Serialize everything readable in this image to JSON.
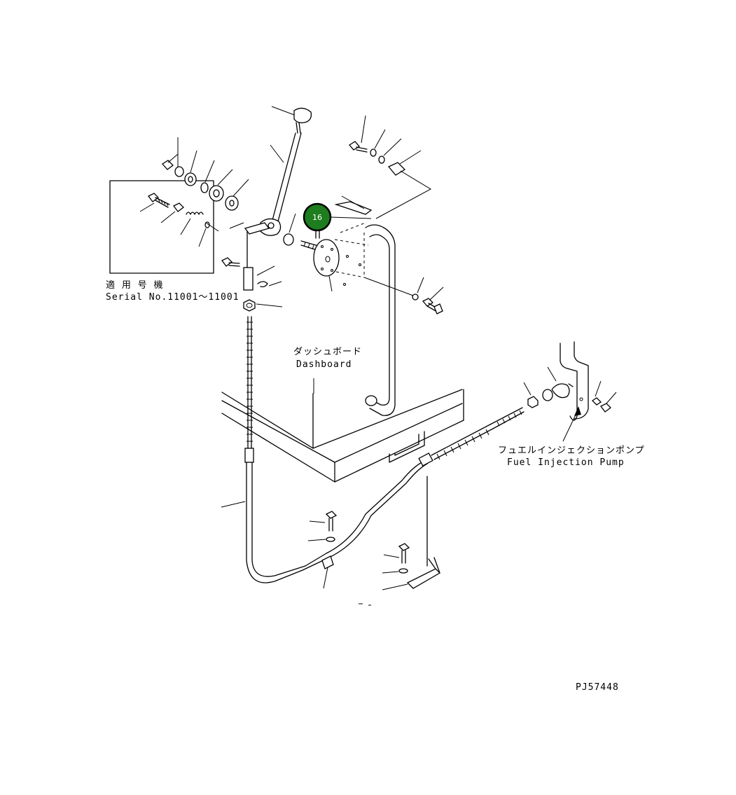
{
  "labels": {
    "serial_jp": "適 用 号 機",
    "serial_en": "Serial No.11001～11001",
    "dashboard_jp": "ダッシュボード",
    "dashboard_en": "Dashboard",
    "pump_jp": "フュエルインジェクションポンプ",
    "pump_en": "Fuel Injection Pump",
    "drawing_code": "PJ57448"
  },
  "callout": {
    "number": "16",
    "fill_color": "#1e7d1e",
    "stroke_color": "#000000"
  }
}
